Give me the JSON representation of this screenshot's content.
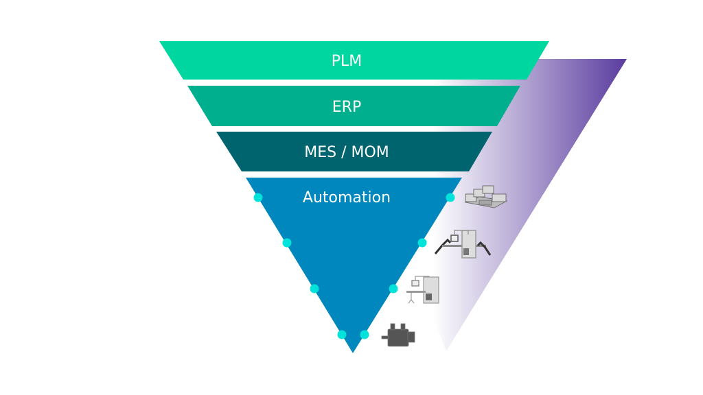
{
  "diagram": {
    "title": "Automation pyramid",
    "layers": [
      {
        "id": "plm",
        "label": "PLM",
        "color": "#00D7A0"
      },
      {
        "id": "erp",
        "label": "ERP",
        "color": "#00AF8E"
      },
      {
        "id": "mes",
        "label": "MES / MOM",
        "color": "#00646E"
      },
      {
        "id": "automation",
        "label": "Automation",
        "color": "#0087BE"
      }
    ],
    "connector_dot_color": "#00E2DA",
    "gradient": {
      "from": "#FFFFFF",
      "to": "#5A3C9E"
    },
    "levels": [
      {
        "id": "plant",
        "icon": "plant-modules-icon"
      },
      {
        "id": "line",
        "icon": "production-line-icon"
      },
      {
        "id": "cell",
        "icon": "machine-cell-icon"
      },
      {
        "id": "device",
        "icon": "servo-motor-icon"
      }
    ]
  }
}
